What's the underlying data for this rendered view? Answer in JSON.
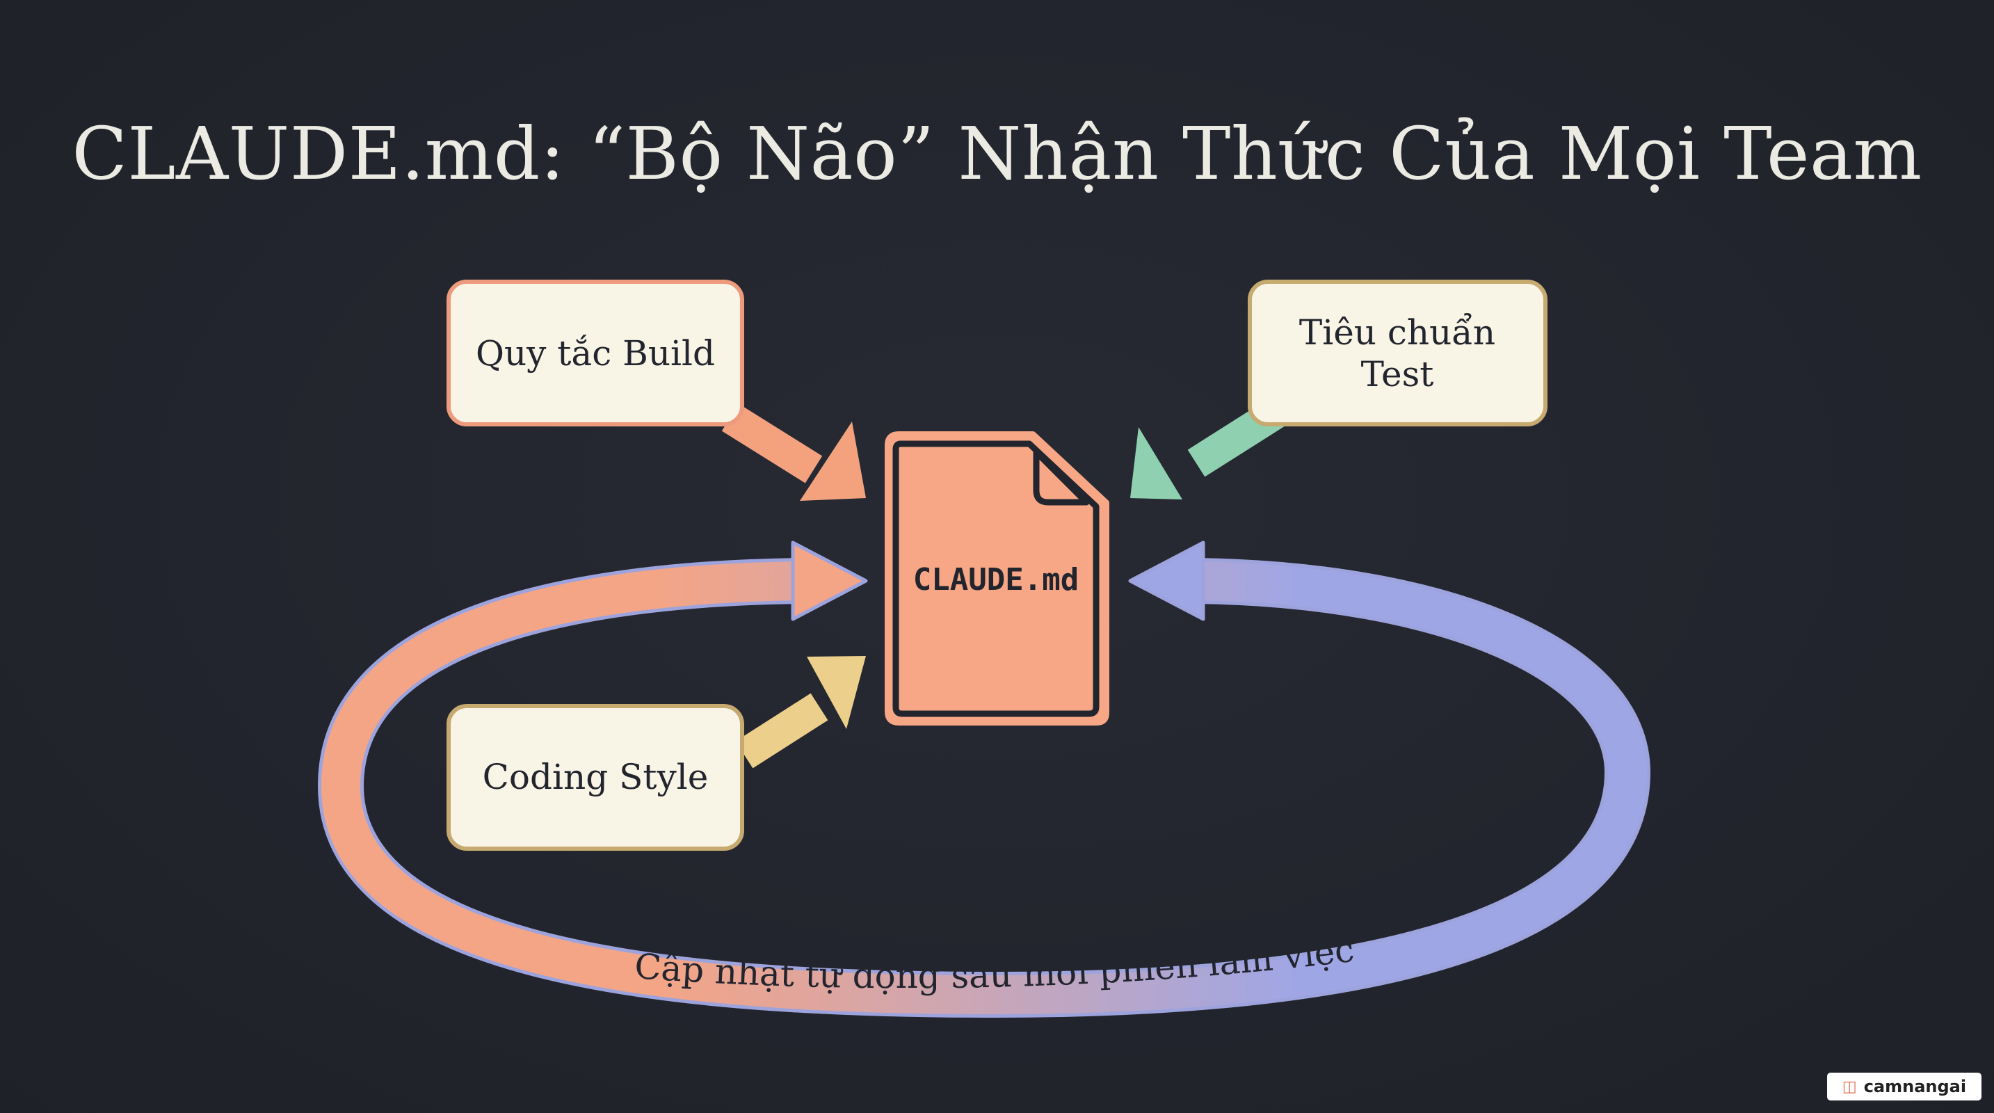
{
  "title": "CLAUDE.md: “Bộ Não” Nhận Thức Của Mọi Team",
  "center_document": {
    "label": "CLAUDE.md",
    "icon": "document-icon"
  },
  "inputs": [
    {
      "id": "build-rules",
      "lines": [
        "Quy tắc Build"
      ],
      "arrow_color": "#f4a27e"
    },
    {
      "id": "test-standards",
      "lines": [
        "Tiêu chuẩn",
        "Test"
      ],
      "arrow_color": "#8fd0b0"
    },
    {
      "id": "coding-style",
      "lines": [
        "Coding Style"
      ],
      "arrow_color": "#eccf8a"
    }
  ],
  "loop": {
    "label": "Cập nhật tự động sau mỗi phiên làm việc",
    "color_start": "#f4a586",
    "color_end": "#9fa6e6"
  },
  "colors": {
    "background": "#23252e",
    "document_fill": "#f7a785",
    "box_fill": "#f8f4e6",
    "box_border_build": "#ee9b7d",
    "box_border_test": "#c6aa70",
    "box_border_style": "#c6aa70"
  },
  "watermark": {
    "text": "camnangai",
    "icon": "book-icon"
  }
}
